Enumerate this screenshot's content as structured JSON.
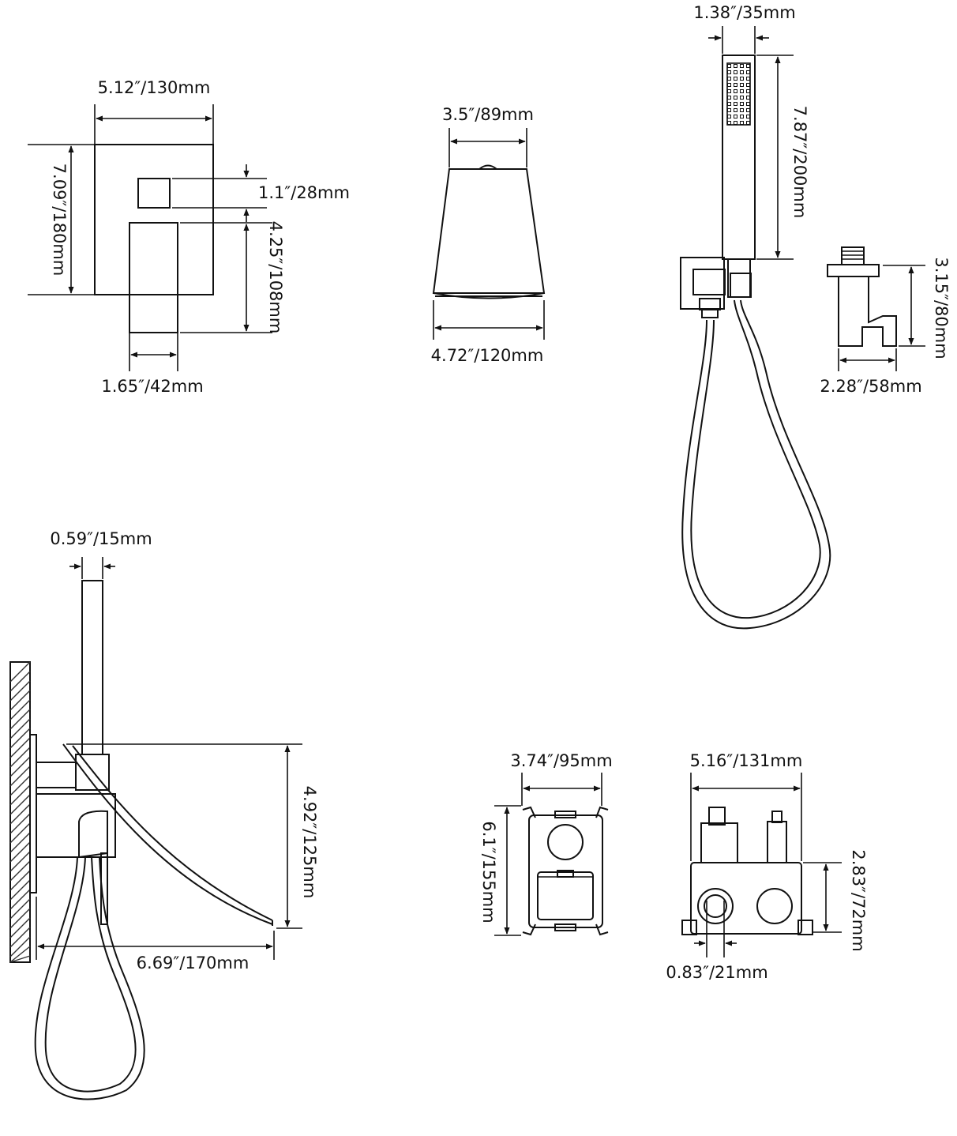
{
  "dimensions": {
    "plate_width": "5.12″/130mm",
    "plate_height": "7.09″/180mm",
    "button_height": "1.1″/28mm",
    "handle_height": "4.25″/108mm",
    "handle_width": "1.65″/42mm",
    "spout_top_width": "3.5″/89mm",
    "spout_bottom_width": "4.72″/120mm",
    "handshower_width": "1.38″/35mm",
    "handshower_length": "7.87″/200mm",
    "holder_height": "3.15″/80mm",
    "holder_width": "2.28″/58mm",
    "rod_width": "0.59″/15mm",
    "side_height": "4.92″/125mm",
    "side_depth": "6.69″/170mm",
    "valve_front_width": "3.74″/95mm",
    "valve_front_height": "6.1″/155mm",
    "valve_side_width": "5.16″/131mm",
    "valve_side_height": "2.83″/72mm",
    "valve_port": "0.83″/21mm"
  },
  "colors": {
    "line": "#111111",
    "background": "#ffffff"
  }
}
